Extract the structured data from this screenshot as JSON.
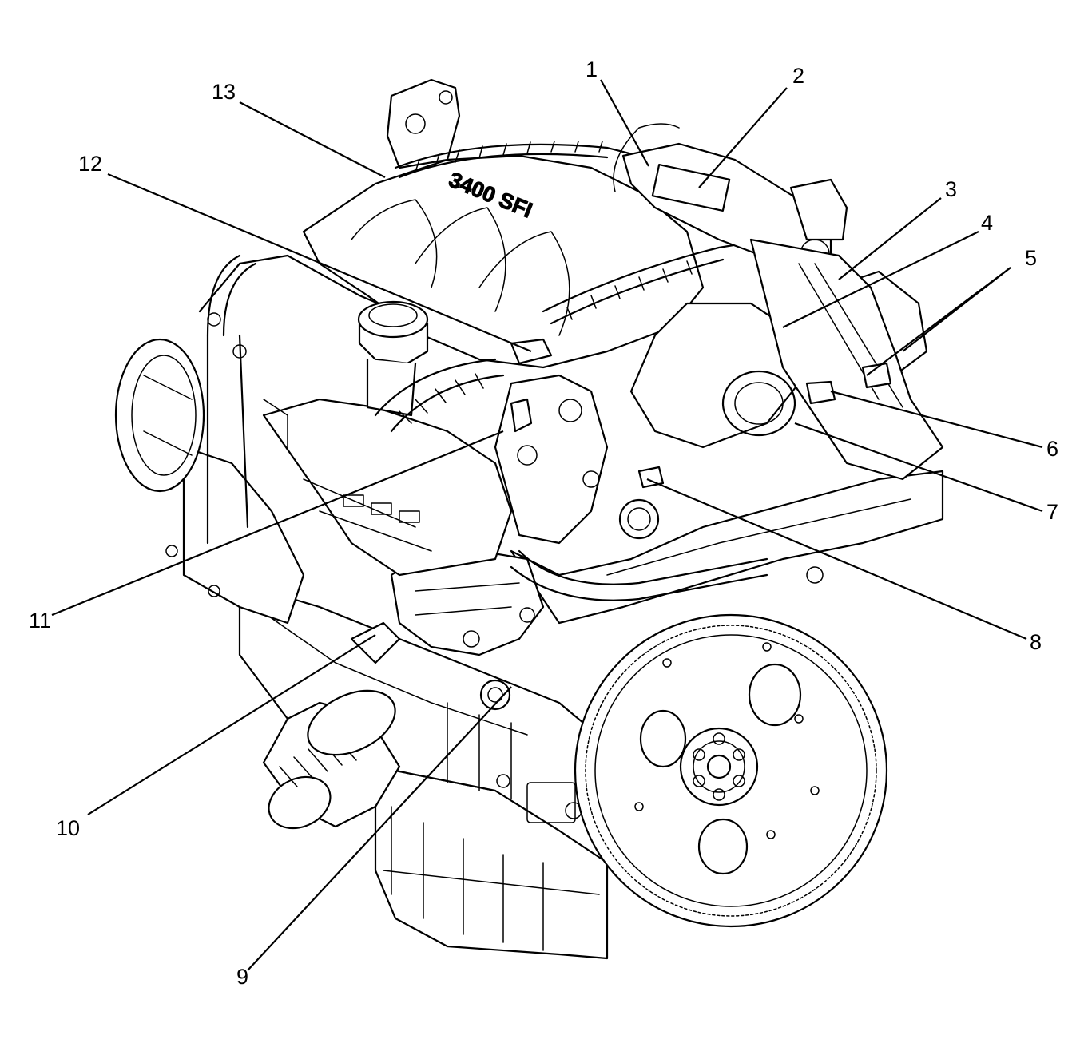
{
  "callouts": [
    {
      "id": "1",
      "label": "1"
    },
    {
      "id": "2",
      "label": "2"
    },
    {
      "id": "3",
      "label": "3"
    },
    {
      "id": "4",
      "label": "4"
    },
    {
      "id": "5",
      "label": "5"
    },
    {
      "id": "6",
      "label": "6"
    },
    {
      "id": "7",
      "label": "7"
    },
    {
      "id": "8",
      "label": "8"
    },
    {
      "id": "9",
      "label": "9"
    },
    {
      "id": "10",
      "label": "10"
    },
    {
      "id": "11",
      "label": "11"
    },
    {
      "id": "12",
      "label": "12"
    },
    {
      "id": "13",
      "label": "13"
    }
  ],
  "engine": {
    "intake_plenum_lettering": "3400 SFI"
  }
}
